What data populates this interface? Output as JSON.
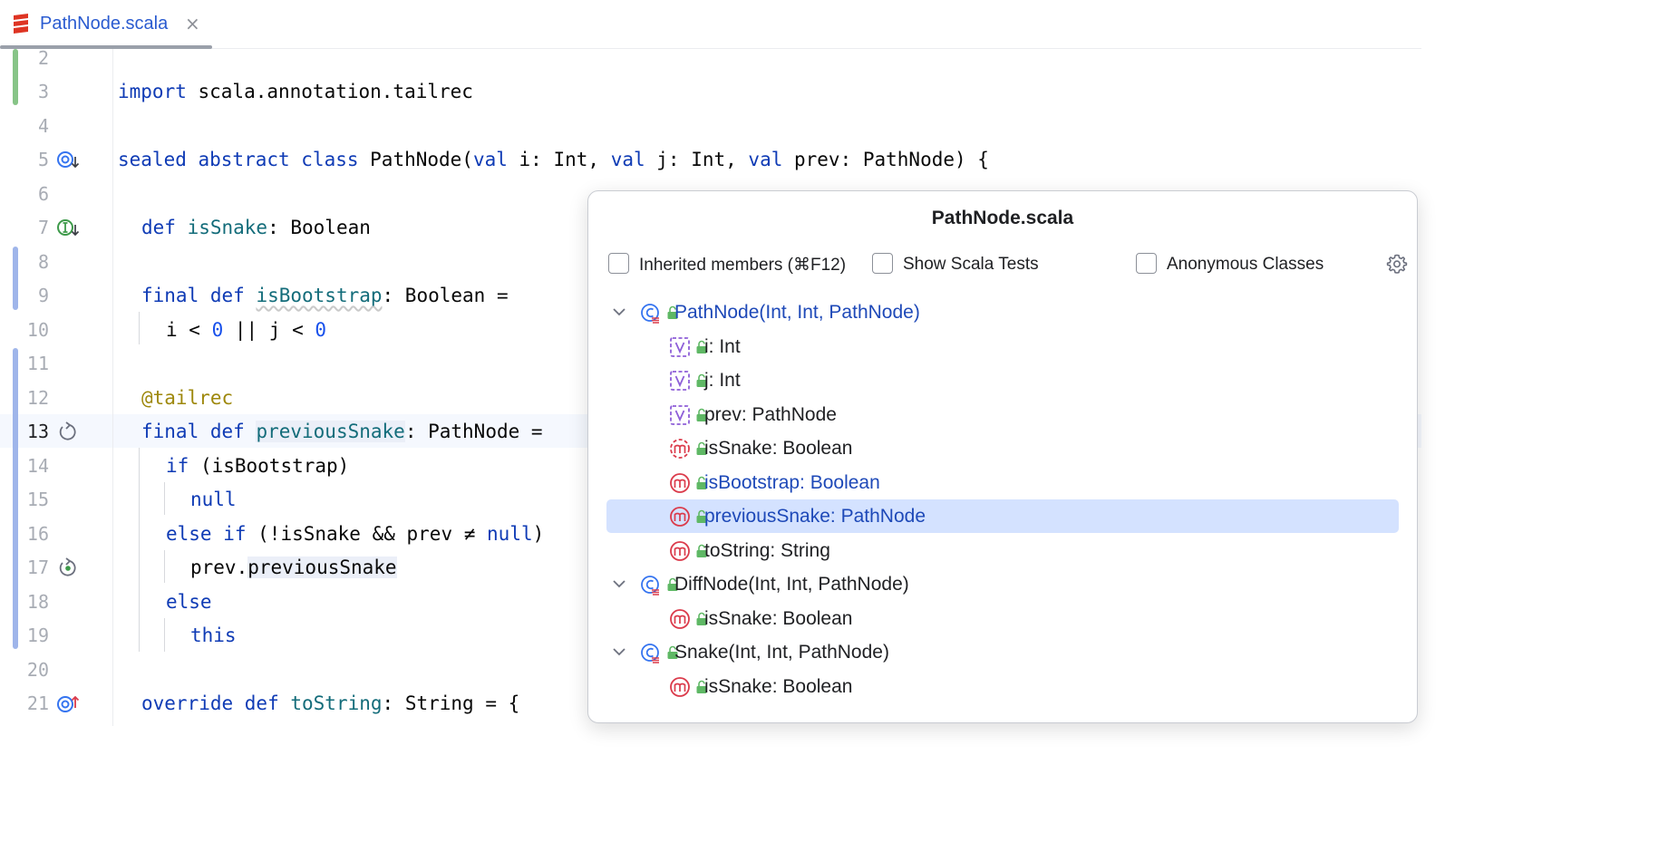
{
  "tab": {
    "label": "PathNode.scala",
    "close": "×",
    "icon": "scala-file-icon"
  },
  "editor": {
    "current_line": 13,
    "lines": [
      {
        "n": "2",
        "code": ""
      },
      {
        "n": "3",
        "import_kw": "import",
        "import_path": " scala.annotation.tailrec"
      },
      {
        "n": "4",
        "code": ""
      },
      {
        "n": "5",
        "icon": "implemented-by-icon"
      },
      {
        "n": "6",
        "code": ""
      },
      {
        "n": "7",
        "icon": "implemented-method-icon",
        "kw": "def ",
        "name": "isSnake",
        "rest": ": Boolean"
      },
      {
        "n": "8",
        "code": ""
      },
      {
        "n": "9",
        "kw": "final def ",
        "name": "isBootstrap",
        "rest": ": Boolean ="
      },
      {
        "n": "10",
        "code": "i < 0 || j < 0"
      },
      {
        "n": "11",
        "code": ""
      },
      {
        "n": "12",
        "ann": "@tailrec"
      },
      {
        "n": "13",
        "icon": "recursive-call-icon",
        "kw": "final def ",
        "name": "previousSnake",
        "rest": ": PathNode ="
      },
      {
        "n": "14",
        "kw": "if",
        "rest": " (isBootstrap)"
      },
      {
        "n": "15",
        "kw": "null"
      },
      {
        "n": "16",
        "code": "else if (!isSnake && prev ≠ null)"
      },
      {
        "n": "17",
        "icon": "recursion-icon",
        "code": "prev.previousSnake"
      },
      {
        "n": "18",
        "kw": "else"
      },
      {
        "n": "19",
        "kw": "this"
      },
      {
        "n": "20",
        "code": ""
      },
      {
        "n": "21",
        "icon": "overrides-icon",
        "kw": "override def ",
        "name": "toString",
        "rest": ": String = {"
      }
    ],
    "line5": {
      "p1": "sealed abstract class",
      "p2": " PathNode(",
      "p3": "val",
      "p4": " i: Int, ",
      "p5": "val",
      "p6": " j: Int, ",
      "p7": "val",
      "p8": " prev: PathNode) {"
    },
    "line10": {
      "a": "i < ",
      "b": "0",
      "c": " || j < ",
      "d": "0"
    },
    "line16": {
      "a": "else if",
      "b": " (!isSnake && prev ≠ ",
      "c": "null",
      "d": ")"
    },
    "line17": {
      "a": "prev.",
      "b": "previousSnake"
    }
  },
  "structure_popup": {
    "title": "PathNode.scala",
    "options": [
      {
        "label": "Inherited members (⌘F12)",
        "checked": false
      },
      {
        "label": "Show Scala Tests",
        "checked": false
      },
      {
        "label": "Anonymous Classes",
        "checked": false
      }
    ],
    "tree": [
      {
        "label": "PathNode(Int, Int, PathNode)",
        "kind": "class",
        "level": 0,
        "expanded": true
      },
      {
        "label": "i: Int",
        "kind": "val",
        "level": 1
      },
      {
        "label": "j: Int",
        "kind": "val",
        "level": 1
      },
      {
        "label": "prev: PathNode",
        "kind": "val",
        "level": 1
      },
      {
        "label": "isSnake: Boolean",
        "kind": "abstract-method",
        "level": 1
      },
      {
        "label": "isBootstrap: Boolean",
        "kind": "method",
        "level": 1
      },
      {
        "label": "previousSnake: PathNode",
        "kind": "method",
        "level": 1,
        "selected": true
      },
      {
        "label": "toString: String",
        "kind": "method",
        "level": 1
      },
      {
        "label": "DiffNode(Int, Int, PathNode)",
        "kind": "class",
        "level": 0,
        "expanded": true
      },
      {
        "label": "isSnake: Boolean",
        "kind": "method",
        "level": 1
      },
      {
        "label": "Snake(Int, Int, PathNode)",
        "kind": "class",
        "level": 0,
        "expanded": true
      },
      {
        "label": "isSnake: Boolean",
        "kind": "method",
        "level": 1
      }
    ]
  },
  "colors": {
    "keyword": "#0f3bb5",
    "function": "#136c7a",
    "annotation": "#9e880d",
    "selection": "#d4e2ff"
  }
}
